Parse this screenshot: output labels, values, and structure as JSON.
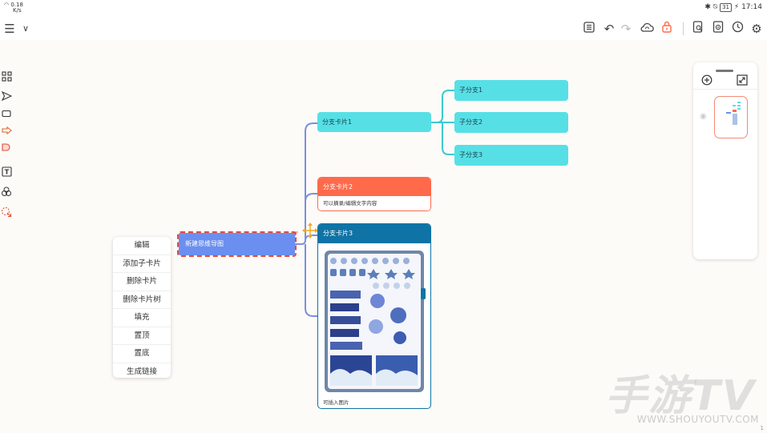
{
  "status_bar": {
    "net_speed_value": "0.18",
    "net_speed_unit": "K/s",
    "battery": "31",
    "time": "17:14"
  },
  "root_node": {
    "label": "新建思维导图"
  },
  "branches": [
    {
      "title": "分支卡片1"
    },
    {
      "title": "分支卡片2",
      "body": "可以摘录/编辑文字内容"
    },
    {
      "title": "分支卡片3",
      "caption": "可插入图片"
    }
  ],
  "sub_branches": [
    {
      "label": "子分支1"
    },
    {
      "label": "子分支2"
    },
    {
      "label": "子分支3"
    }
  ],
  "context_menu": {
    "items": [
      "编辑",
      "添加子卡片",
      "删除卡片",
      "删除卡片树",
      "填充",
      "置顶",
      "置底",
      "生成链接"
    ]
  },
  "watermark": {
    "logo": "手游TV",
    "url": "WWW.SHOUYOUTV.COM"
  },
  "page_number": "1",
  "colors": {
    "root": "#6a8ff0",
    "cyan": "#56e0e6",
    "orange": "#ff6a4b",
    "blue": "#0f73a6",
    "line": "#7a8fe0",
    "lock": "#ff6a4b"
  },
  "icons": {
    "top_left": [
      "menu-icon",
      "chevron-down-icon"
    ],
    "top_right": [
      "outline-icon",
      "undo-icon",
      "redo-icon",
      "cloud-sync-icon",
      "lock-icon",
      "search-doc-icon",
      "export-icon",
      "history-icon",
      "settings-icon"
    ],
    "left_tools": [
      "structure-icon",
      "send-icon",
      "rectangle-icon",
      "arrow-shape-icon",
      "eraser-icon",
      "text-icon",
      "shapes-icon",
      "lasso-icon"
    ]
  }
}
